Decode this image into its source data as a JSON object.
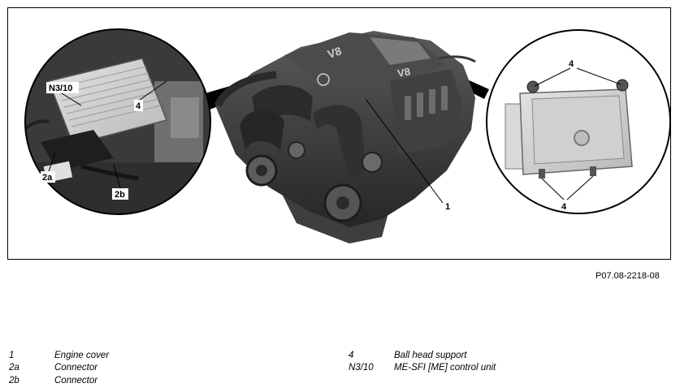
{
  "figure": {
    "callouts": {
      "n310": "N3/10",
      "four_left": "4",
      "two_a": "2a",
      "two_b": "2b",
      "one": "1",
      "four_top": "4",
      "four_bottom": "4"
    },
    "figure_id": "P07.08-2218-08"
  },
  "legend": [
    {
      "key": "1",
      "desc": "Engine cover"
    },
    {
      "key": "2a",
      "desc": "Connector"
    },
    {
      "key": "2b",
      "desc": "Connector"
    },
    {
      "key": "4",
      "desc": "Ball head support"
    },
    {
      "key": "N3/10",
      "desc": "ME-SFI [ME] control unit"
    }
  ]
}
